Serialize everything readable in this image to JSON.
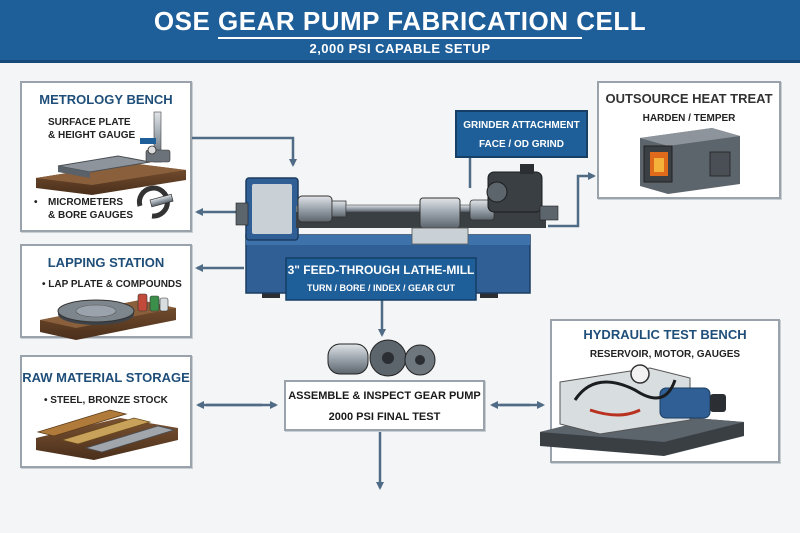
{
  "header": {
    "title": "OSE GEAR PUMP FABRICATION CELL",
    "subtitle": "2,000 PSI CAPABLE SETUP"
  },
  "metrology": {
    "title": "METROLOGY BENCH",
    "line1": "SURFACE PLATE",
    "line2": "& HEIGHT GAUGE",
    "bullet": "•",
    "line3": "MICROMETERS",
    "line4": "& BORE GAUGES"
  },
  "lapping": {
    "title": "LAPPING STATION",
    "item": "• LAP PLATE & COMPOUNDS"
  },
  "raw": {
    "title": "RAW MATERIAL STORAGE",
    "item": "• STEEL, BRONZE STOCK"
  },
  "grinder": {
    "line1": "GRINDER ATTACHMENT",
    "line2": "FACE / OD GRIND"
  },
  "heat": {
    "title": "OUTSOURCE HEAT TREAT",
    "sub": "HARDEN / TEMPER"
  },
  "lathe": {
    "title": "3\" FEED-THROUGH LATHE-MILL",
    "sub": "TURN / BORE / INDEX / GEAR CUT"
  },
  "assemble": {
    "line1": "ASSEMBLE & INSPECT GEAR PUMP",
    "line2": "2000 PSI FINAL TEST"
  },
  "hydraulic": {
    "title": "HYDRAULIC TEST BENCH",
    "sub": "RESERVOIR, MOTOR, GAUGES"
  },
  "colors": {
    "header": "#1f5f99",
    "arrow": "#4f6b85",
    "title_text": "#1f4e79"
  }
}
